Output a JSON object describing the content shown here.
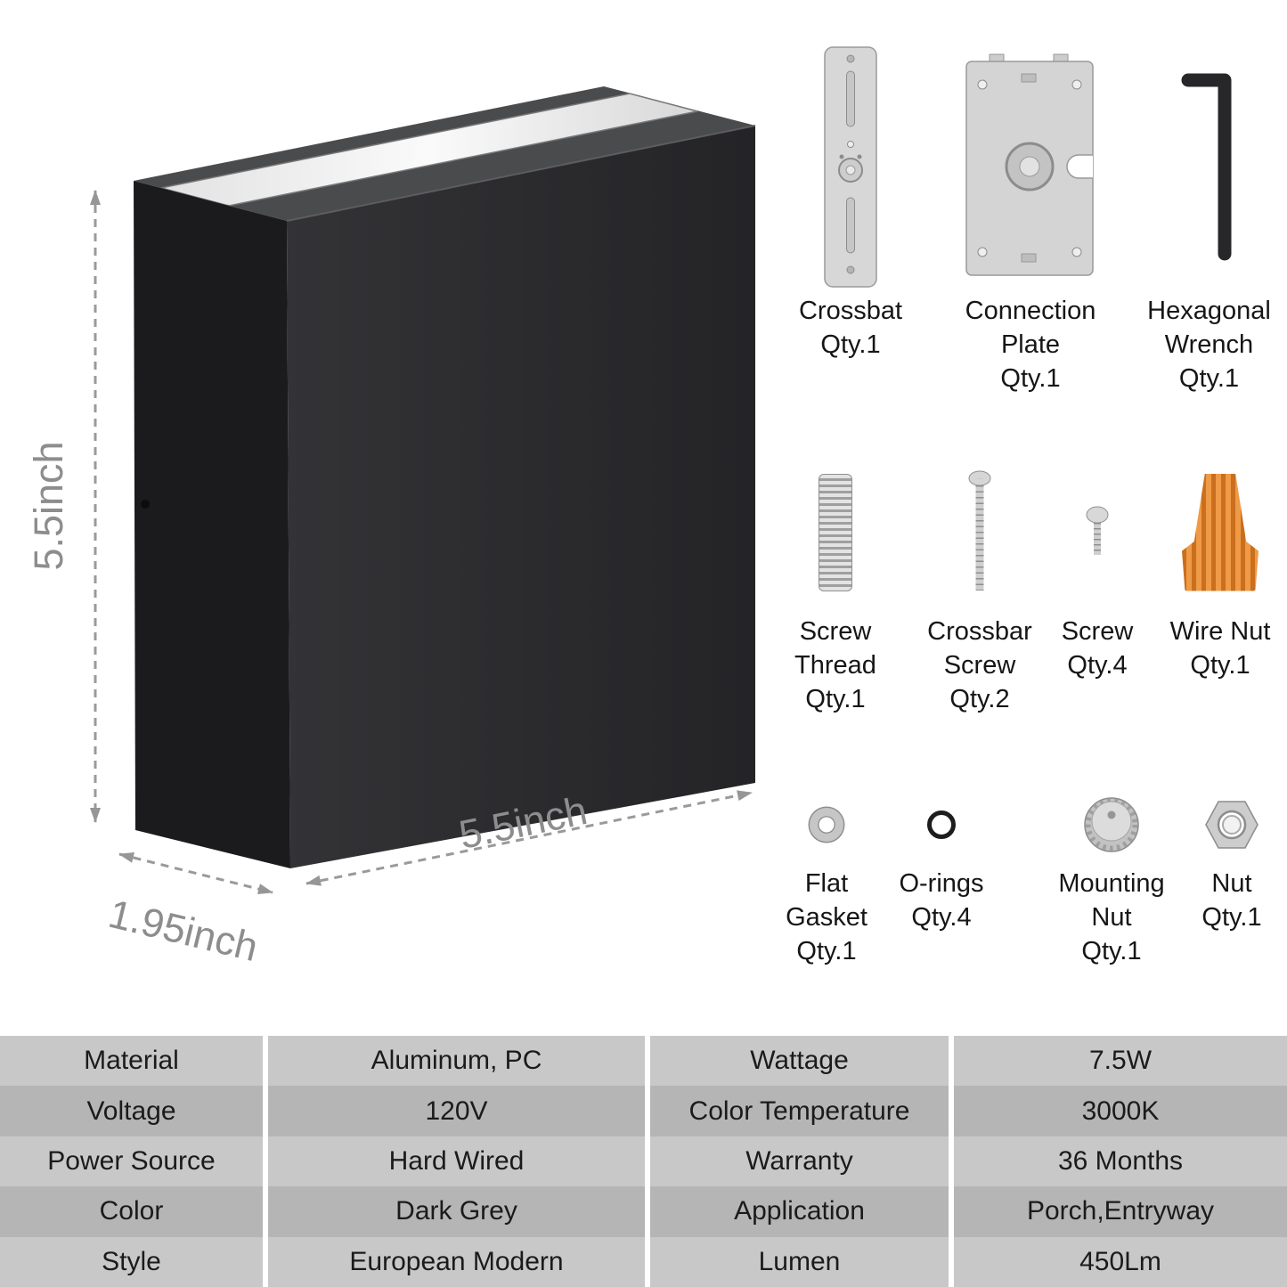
{
  "dimensions": {
    "height_label": "5.5inch",
    "depth_label": "1.95inch",
    "width_label": "5.5inch"
  },
  "accessories": [
    {
      "name": "Crossbat",
      "qty": "Qty.1"
    },
    {
      "name": "Connection Plate",
      "qty": "Qty.1"
    },
    {
      "name": "Hexagonal Wrench",
      "qty": "Qty.1"
    },
    {
      "name": "Screw Thread",
      "qty": "Qty.1"
    },
    {
      "name": "Crossbar Screw",
      "qty": "Qty.2"
    },
    {
      "name": "Screw",
      "qty": "Qty.4"
    },
    {
      "name": "Wire Nut",
      "qty": "Qty.1"
    },
    {
      "name": "Flat Gasket",
      "qty": "Qty.1"
    },
    {
      "name": "O-rings",
      "qty": "Qty.4"
    },
    {
      "name": "Mounting Nut",
      "qty": "Qty.1"
    },
    {
      "name": "Nut",
      "qty": "Qty.1"
    }
  ],
  "specs": {
    "rows": [
      [
        "Material",
        "Aluminum, PC",
        "Wattage",
        "7.5W"
      ],
      [
        "Voltage",
        "120V",
        "Color Temperature",
        "3000K"
      ],
      [
        "Power Source",
        "Hard Wired",
        "Warranty",
        "36 Months"
      ],
      [
        "Color",
        "Dark Grey",
        "Application",
        "Porch,Entryway"
      ],
      [
        "Style",
        "European Modern",
        "Lumen",
        "450Lm"
      ]
    ]
  },
  "colors": {
    "lamp_front": "#2c2c2e",
    "lamp_side": "#1b1b1d",
    "lamp_top_frame": "#4a4b4d",
    "light_panel": "#f0f0f0",
    "dimension_grey": "#8d8d8d",
    "wire_nut_orange": "#e08a35",
    "metal_silver": "#d4d4d4",
    "table_row_light": "#c8c8c8",
    "table_row_dark": "#b5b5b5"
  }
}
